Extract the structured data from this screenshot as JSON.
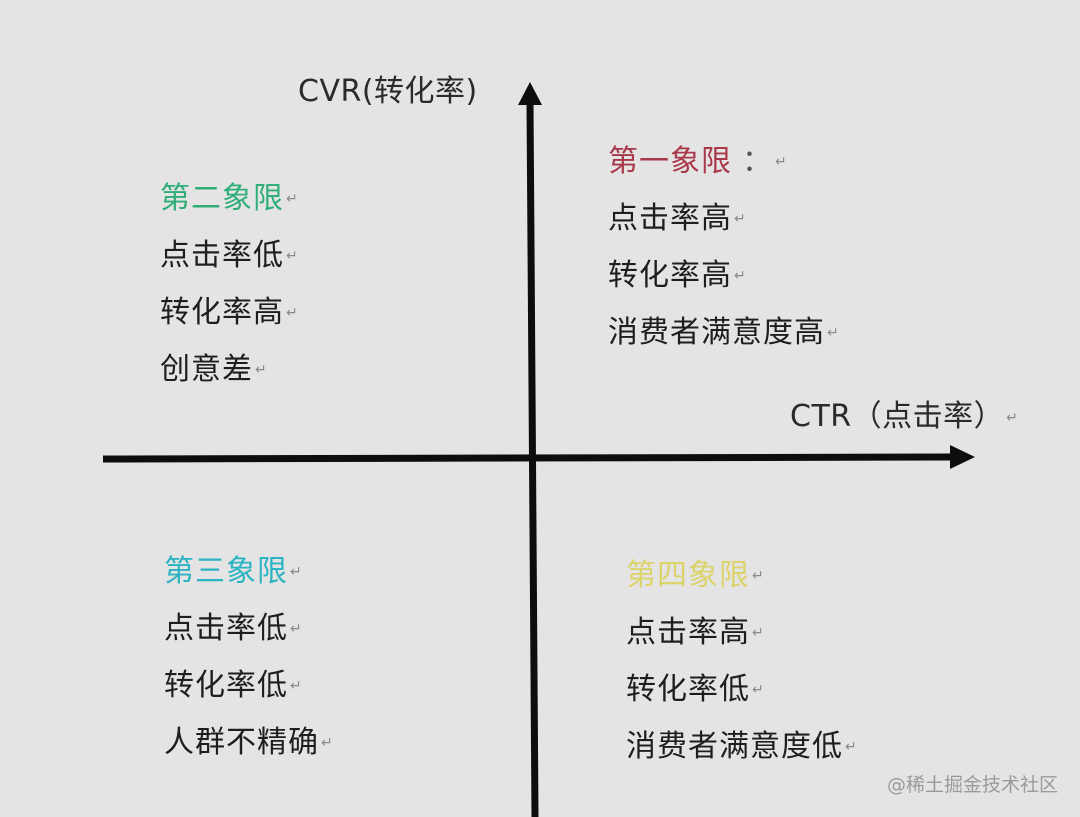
{
  "diagram": {
    "type": "quadrant",
    "y_axis": {
      "label": "CVR(转化率)"
    },
    "x_axis": {
      "label": "CTR（点击率）"
    },
    "colors": {
      "background": "#e4e4e4",
      "axis": "#0d0d0d",
      "text": "#1e1e1e",
      "q1_title": "#a8384a",
      "q2_title": "#2fae78",
      "q3_title": "#2bb3c4",
      "q4_title": "#dcd36a"
    },
    "para_mark": "↵",
    "quadrants": {
      "q1": {
        "title": "第一象限",
        "title_suffix": "：",
        "lines": [
          "点击率高",
          "转化率高",
          "消费者满意度高"
        ]
      },
      "q2": {
        "title": "第二象限",
        "lines": [
          "点击率低",
          "转化率高",
          "创意差"
        ]
      },
      "q3": {
        "title": "第三象限",
        "lines": [
          "点击率低",
          "转化率低",
          "人群不精确"
        ]
      },
      "q4": {
        "title": "第四象限",
        "lines": [
          "点击率高",
          "转化率低",
          "消费者满意度低"
        ]
      }
    }
  },
  "watermark": "@稀土掘金技术社区"
}
